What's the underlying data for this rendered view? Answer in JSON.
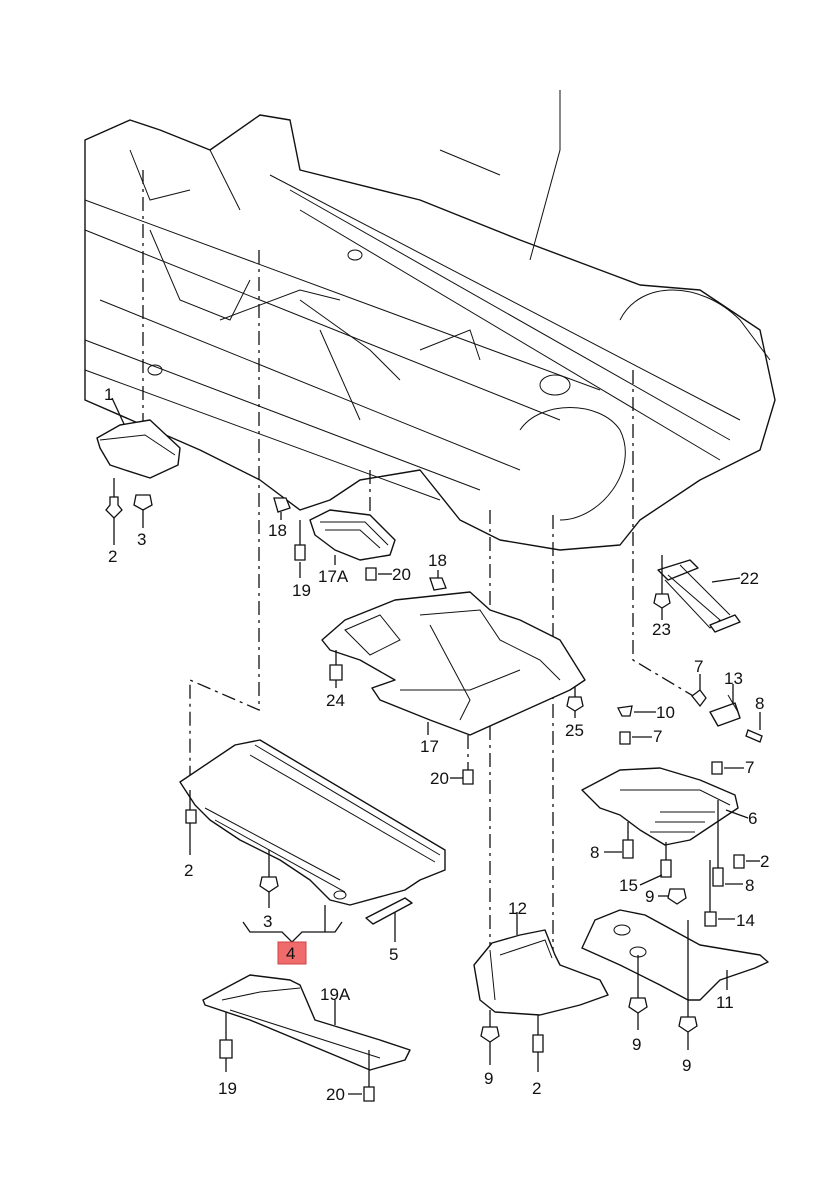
{
  "diagram": {
    "title": "Underbody panels – exploded parts diagram",
    "highlight_color": "#f06b6b",
    "highlighted_label": "4",
    "callouts": [
      {
        "id": "c1",
        "label": "1",
        "part": "wheel-arch panel front left"
      },
      {
        "id": "c2a",
        "label": "2",
        "part": "expanding clip"
      },
      {
        "id": "c3a",
        "label": "3",
        "part": "nut"
      },
      {
        "id": "c18a",
        "label": "18",
        "part": "clip"
      },
      {
        "id": "c19a",
        "label": "19",
        "part": "bolt"
      },
      {
        "id": "c17A",
        "label": "17A",
        "part": "small underbody panel"
      },
      {
        "id": "c20a",
        "label": "20",
        "part": "expanding clip"
      },
      {
        "id": "c18b",
        "label": "18",
        "part": "clip"
      },
      {
        "id": "c22",
        "label": "22",
        "part": "bracket"
      },
      {
        "id": "c23",
        "label": "23",
        "part": "nut"
      },
      {
        "id": "c24",
        "label": "24",
        "part": "bolt"
      },
      {
        "id": "c17",
        "label": "17",
        "part": "center underbody panel"
      },
      {
        "id": "c25",
        "label": "25",
        "part": "nut"
      },
      {
        "id": "c20b",
        "label": "20",
        "part": "expanding clip"
      },
      {
        "id": "c7a",
        "label": "7",
        "part": "clip nut"
      },
      {
        "id": "c13",
        "label": "13",
        "part": "bracket"
      },
      {
        "id": "c8a",
        "label": "8",
        "part": "screw"
      },
      {
        "id": "c10",
        "label": "10",
        "part": "clip"
      },
      {
        "id": "c7b",
        "label": "7",
        "part": "clip nut"
      },
      {
        "id": "c7c",
        "label": "7",
        "part": "clip nut"
      },
      {
        "id": "c6",
        "label": "6",
        "part": "rear underbody panel"
      },
      {
        "id": "c8b",
        "label": "8",
        "part": "screw"
      },
      {
        "id": "c2b",
        "label": "2",
        "part": "expanding clip"
      },
      {
        "id": "c15",
        "label": "15",
        "part": "screw"
      },
      {
        "id": "c9a",
        "label": "9",
        "part": "nut"
      },
      {
        "id": "c8c",
        "label": "8",
        "part": "screw"
      },
      {
        "id": "c14",
        "label": "14",
        "part": "screw"
      },
      {
        "id": "c2c",
        "label": "2",
        "part": "expanding clip"
      },
      {
        "id": "c3b",
        "label": "3",
        "part": "nut"
      },
      {
        "id": "c4",
        "label": "4",
        "part": "underbody panel assembly"
      },
      {
        "id": "c5",
        "label": "5",
        "part": "strip"
      },
      {
        "id": "c19A",
        "label": "19A",
        "part": "side underbody panel"
      },
      {
        "id": "c19b",
        "label": "19",
        "part": "bolt"
      },
      {
        "id": "c20c",
        "label": "20",
        "part": "expanding clip"
      },
      {
        "id": "c12",
        "label": "12",
        "part": "wheel-arch panel rear"
      },
      {
        "id": "c9b",
        "label": "9",
        "part": "nut"
      },
      {
        "id": "c2d",
        "label": "2",
        "part": "expanding clip"
      },
      {
        "id": "c11",
        "label": "11",
        "part": "rear heat shield panel"
      },
      {
        "id": "c9c",
        "label": "9",
        "part": "nut"
      },
      {
        "id": "c9d",
        "label": "9",
        "part": "nut"
      }
    ]
  },
  "labels": {
    "c1": "1",
    "c2a": "2",
    "c3a": "3",
    "c18a": "18",
    "c19a": "19",
    "c17A": "17A",
    "c20a": "20",
    "c18b": "18",
    "c22": "22",
    "c23": "23",
    "c24": "24",
    "c17": "17",
    "c25": "25",
    "c20b": "20",
    "c7a": "7",
    "c13": "13",
    "c8a": "8",
    "c10": "10",
    "c7b": "7",
    "c7c": "7",
    "c6": "6",
    "c8b": "8",
    "c2b": "2",
    "c15": "15",
    "c9a": "9",
    "c8c": "8",
    "c14": "14",
    "c2c": "2",
    "c3b": "3",
    "c4": "4",
    "c5": "5",
    "c19A": "19A",
    "c19b": "19",
    "c20c": "20",
    "c12": "12",
    "c9b": "9",
    "c2d": "2",
    "c11": "11",
    "c9c": "9",
    "c9d": "9"
  }
}
